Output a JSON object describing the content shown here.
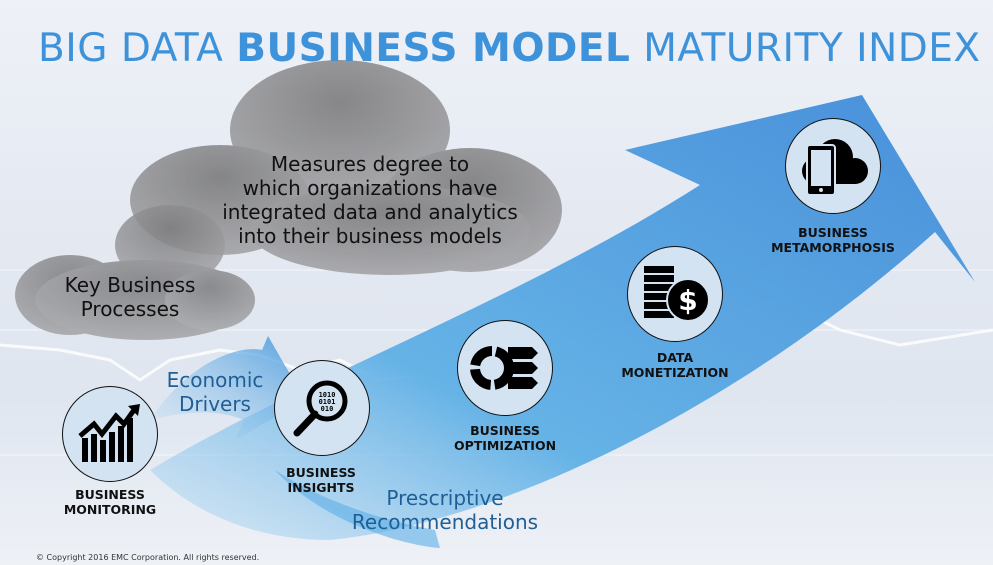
{
  "title": {
    "part1": "BIG DATA ",
    "part2": "BUSINESS MODEL",
    "part3": " MATURITY INDEX"
  },
  "clouds": {
    "main": [
      "Measures degree to",
      "which organizations have",
      "integrated data and analytics",
      "into their business models"
    ],
    "small": [
      "Key Business",
      "Processes"
    ]
  },
  "arrows": {
    "economic": [
      "Economic",
      "Drivers"
    ],
    "prescriptive": [
      "Prescriptive",
      "Recommendations"
    ]
  },
  "stages": [
    {
      "icon": "rising-chart-icon",
      "line1": "BUSINESS",
      "line2": "MONITORING"
    },
    {
      "icon": "magnifier-binary-icon",
      "line1": "BUSINESS",
      "line2": "INSIGHTS"
    },
    {
      "icon": "optimization-icon",
      "line1": "BUSINESS",
      "line2": "OPTIMIZATION"
    },
    {
      "icon": "coins-dollar-icon",
      "line1": "DATA",
      "line2": "MONETIZATION"
    },
    {
      "icon": "cloud-mobile-icon",
      "line1": "BUSINESS",
      "line2": "METAMORPHOSIS"
    }
  ],
  "colors": {
    "title": "#3d92da",
    "arrow": "#4a97dc",
    "cloud": "#8e8e90"
  },
  "copyright": "© Copyright  2016  EMC Corporation.  All rights  reserved."
}
